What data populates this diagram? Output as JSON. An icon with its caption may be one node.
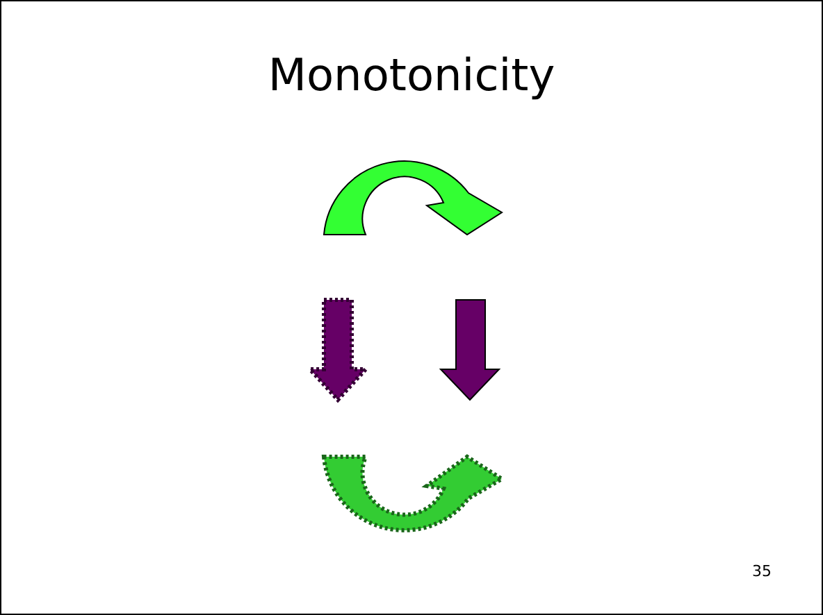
{
  "diagram": {
    "title": "Monotonicity",
    "nodes": [
      {
        "text": [],
        "shape": "arrow"
      },
      {
        "text": [],
        "shape": "arrow"
      },
      {
        "text": [],
        "shape": "arrow"
      },
      {
        "text": [],
        "shape": "arrow"
      }
    ],
    "labels": [
      "35"
    ]
  }
}
